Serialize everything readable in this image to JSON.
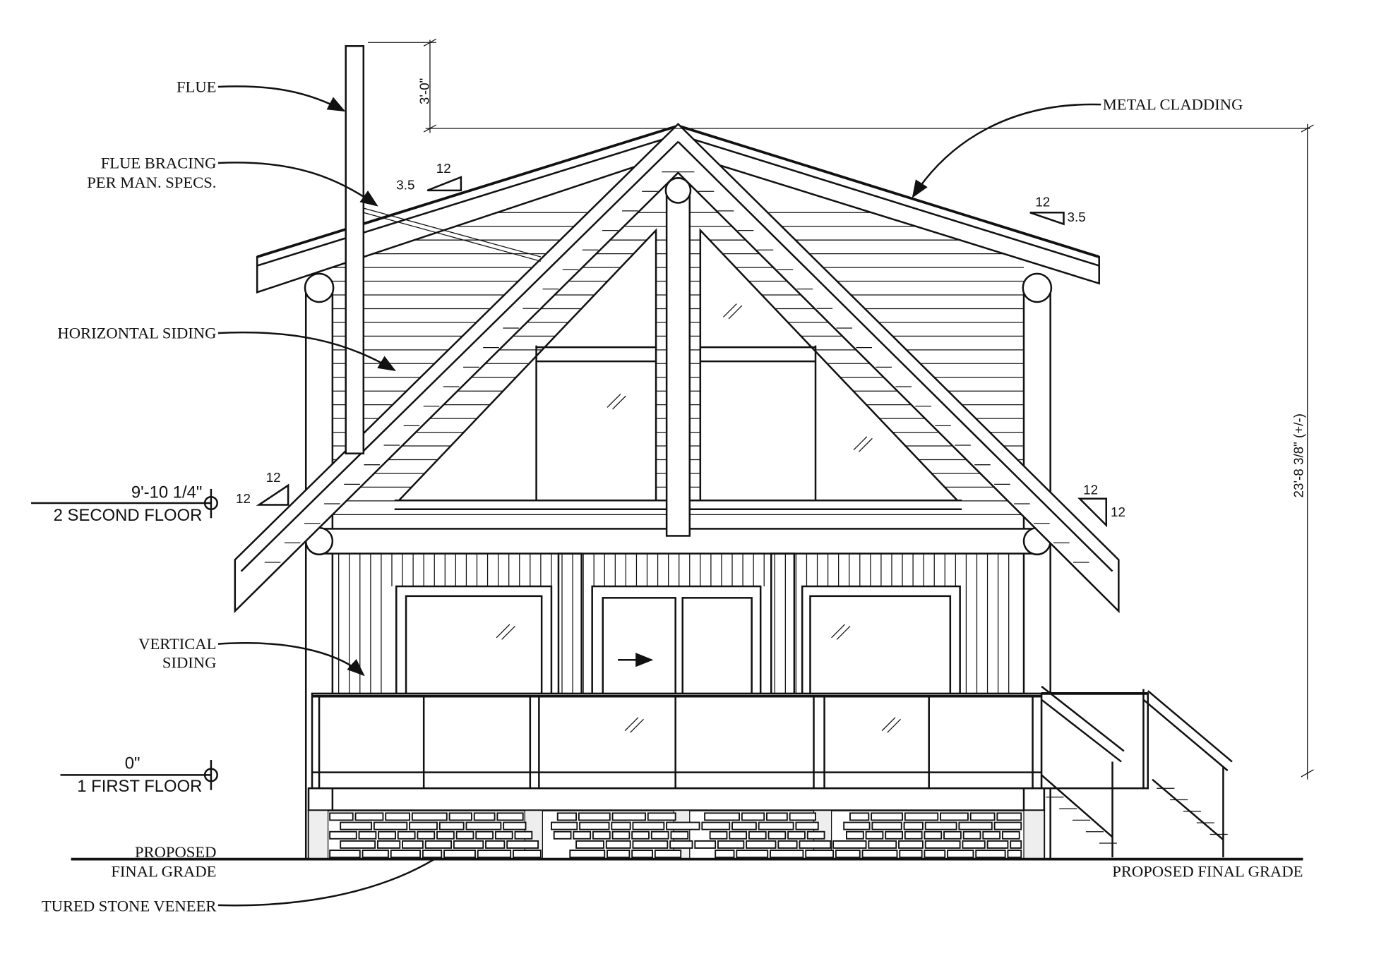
{
  "drawing": {
    "title": "Front Elevation",
    "callouts": {
      "flue": "FLUE",
      "flue_bracing_1": "FLUE BRACING",
      "flue_bracing_2": "PER MAN. SPECS.",
      "horizontal_siding": "HORIZONTAL SIDING",
      "vertical_siding_1": "VERTICAL",
      "vertical_siding_2": "SIDING",
      "proposed_grade_left_1": "PROPOSED",
      "proposed_grade_left_2": "FINAL GRADE",
      "stone_veneer": "TURED STONE VENEER",
      "metal_cladding": "METAL CLADDING",
      "proposed_grade_right": "PROPOSED FINAL GRADE"
    },
    "levels": {
      "second_floor_height": "9'-10 1/4\"",
      "second_floor_name": "2 SECOND FLOOR",
      "first_floor_height": "0\"",
      "first_floor_name": "1 FIRST FLOOR"
    },
    "dimensions": {
      "flue_above_ridge": "3'-0\"",
      "overall_height": "23'-8 3/8\" (+/-)"
    },
    "pitches": {
      "roof_left_run": "12",
      "roof_left_rise": "3.5",
      "roof_right_run": "12",
      "roof_right_rise": "3.5",
      "truss_left_run": "12",
      "truss_left_rise": "12",
      "truss_right_run": "12",
      "truss_right_rise": "12"
    }
  }
}
